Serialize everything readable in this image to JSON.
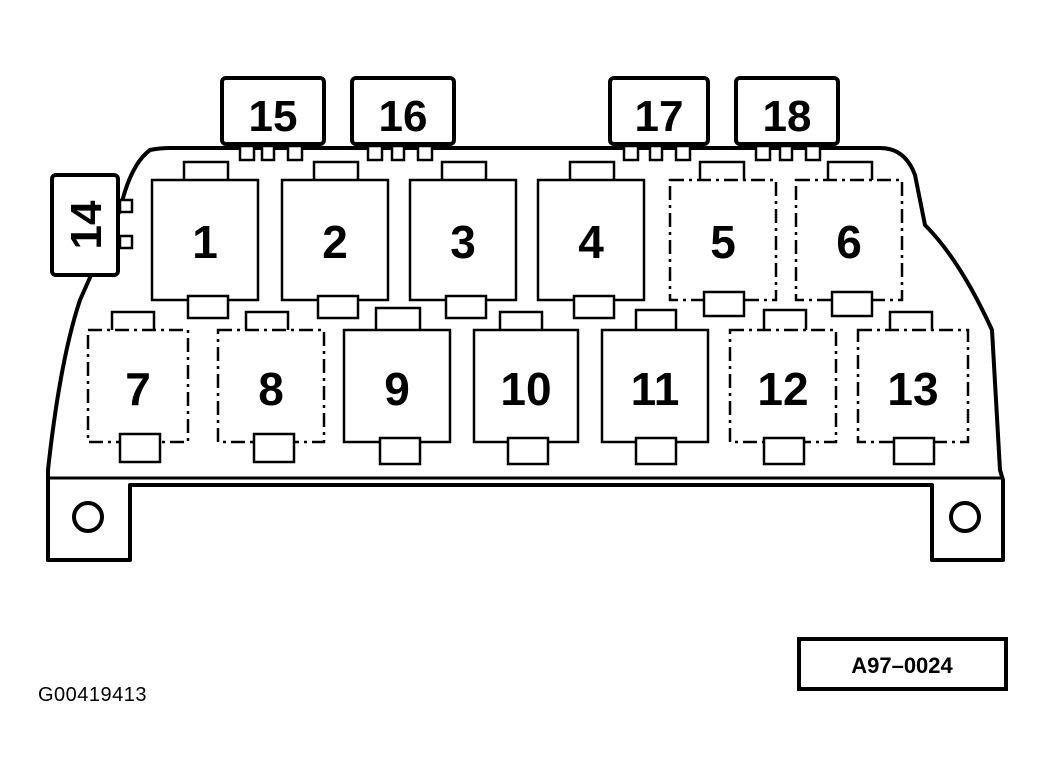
{
  "diagram": {
    "top_labels": [
      "15",
      "16",
      "17",
      "18"
    ],
    "side_label": "14",
    "row1": [
      "1",
      "2",
      "3",
      "4",
      "5",
      "6"
    ],
    "row2": [
      "7",
      "8",
      "9",
      "10",
      "11",
      "12",
      "13"
    ],
    "ref_code": "A97–0024",
    "image_id": "G00419413",
    "colors": {
      "stroke": "#000000",
      "background": "#ffffff"
    }
  }
}
